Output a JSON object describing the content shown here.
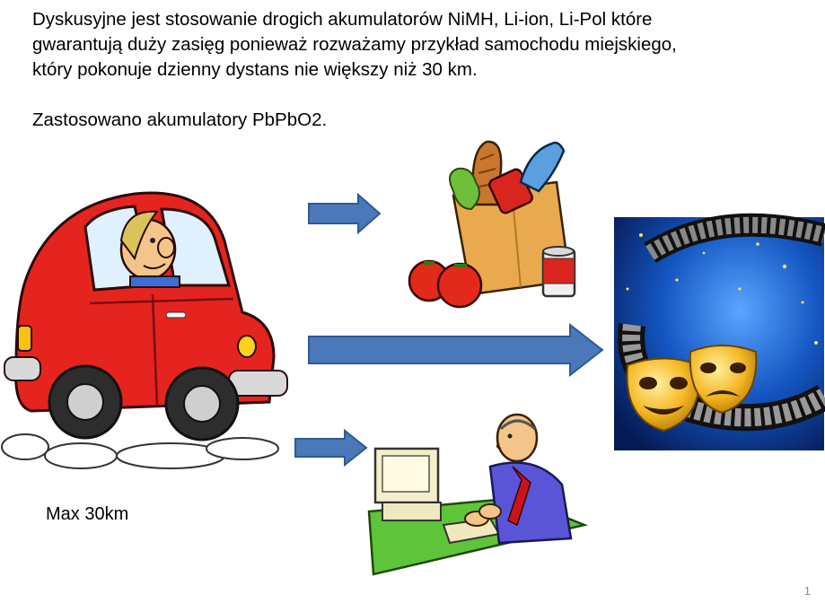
{
  "slide": {
    "intro_line_1": "Dyskusyjne jest stosowanie drogich akumulatorów NiMH, Li-ion, Li-Pol które",
    "intro_line_2": "gwarantują duży zasięg ponieważ rozważamy przykład samochodu miejskiego,",
    "intro_line_3": "który pokonuje dzienny dystans nie większy niż 30 km.",
    "battery_statement": "Zastosowano akumulatory PbPbO2.",
    "range_label": "Max 30km",
    "page_number": "1"
  },
  "colors": {
    "arrow_fill": "#4a78b8",
    "arrow_stroke": "#2f5a94",
    "car_body": "#e52420"
  },
  "illustrations": [
    {
      "name": "car-driver-illustration",
      "depicts": "red city car with driver"
    },
    {
      "name": "groceries-illustration",
      "depicts": "paper shopping bag with bread, vegetables, tomatoes and a can"
    },
    {
      "name": "theatre-illustration",
      "depicts": "theatre masks on film strip with blue starry background"
    },
    {
      "name": "office-worker-illustration",
      "depicts": "man typing on a desktop computer"
    }
  ]
}
